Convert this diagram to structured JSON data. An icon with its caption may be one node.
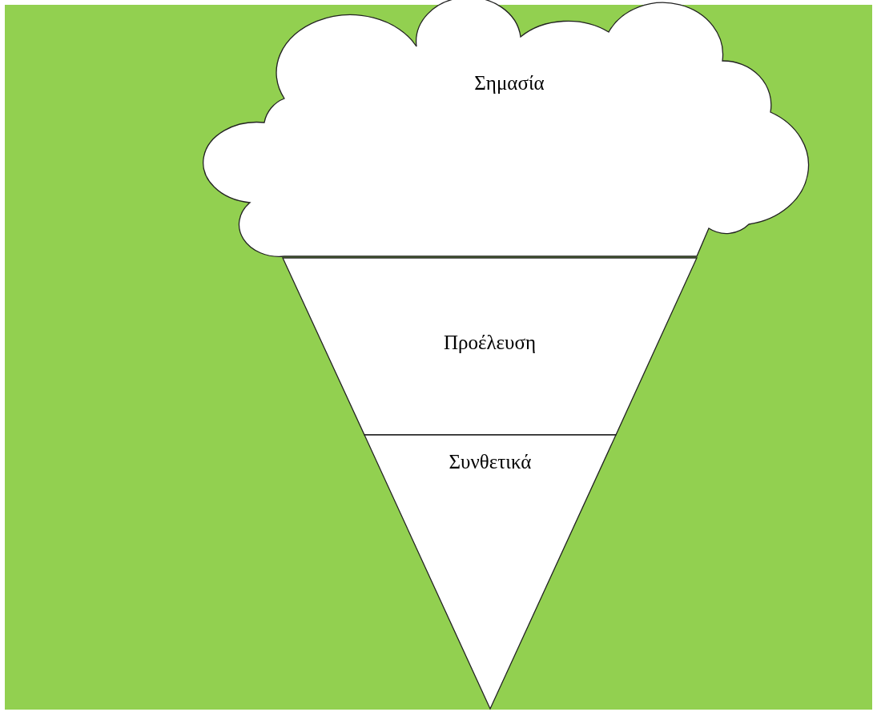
{
  "diagram": {
    "nodes": [
      {
        "text": [
          "Σημασία"
        ]
      },
      {
        "text": [
          "Προέλευση"
        ]
      },
      {
        "text": [
          "Συνθετικά"
        ]
      }
    ],
    "edges": []
  }
}
